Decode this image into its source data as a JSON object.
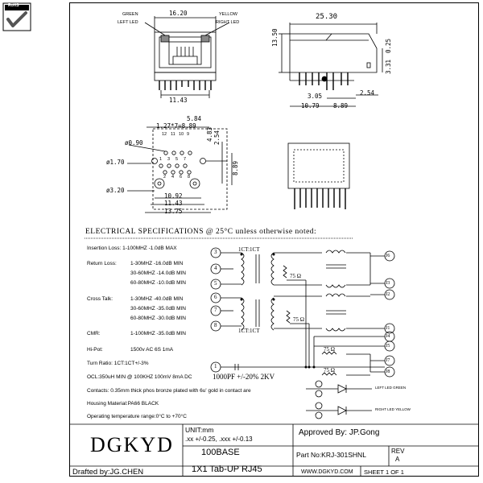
{
  "logo": {
    "rohs": "RoHS"
  },
  "top_view": {
    "green_label": "GREEN",
    "left_led_label": "LEFT LED",
    "yellow_label": "YELLOW",
    "right_led_label": "RIGHT LED",
    "width_dim": "16.20",
    "bottom_dim": "11.43"
  },
  "side_view": {
    "length_dim": "25.30",
    "height_dim": "13.50",
    "right_dim": "3.31",
    "right_dim2": "0.25",
    "dim_305": "3.05",
    "dim_1079": "10.79",
    "dim_889": "8.89",
    "dim_254": "2.54"
  },
  "footprint": {
    "dim_584": "5.84",
    "dim_127": "1.27*7=8.89",
    "dim_090": "ø0.90",
    "dim_170": "ø1.70",
    "dim_320": "ø3.20",
    "dim_254": "2.54",
    "dim_483": "4.83",
    "dim_889": "8.89",
    "dim_1092": "10.92",
    "dim_1143": "11.43",
    "dim_1375": "13.75",
    "pins_top": [
      "12",
      "11",
      "10",
      "9"
    ],
    "pins_mid": [
      "1",
      "3",
      "5",
      "7"
    ],
    "pins_bot": [
      "2",
      "4",
      "6",
      "8"
    ]
  },
  "specs": {
    "header": "ELECTRICAL SPECIFICATIONS @ 25°C unless otherwise noted:",
    "insertion_loss": "Insertion Loss:  1-100MHZ  -1.0dB MAX",
    "return_loss_label": "Return Loss:",
    "return_loss": [
      "1-30MHZ   -16.0dB MIN",
      "30-60MHZ  -14.0dB MIN",
      "60-80MHZ  -10.0dB MIN"
    ],
    "cross_talk_label": "Cross Talk:",
    "cross_talk": [
      "1-30MHZ   -40.0dB MIN",
      "30-60MHZ  -35.0dB MIN",
      "60-80MHZ  -30.0dB MIN"
    ],
    "cmr_label": "CMR:",
    "cmr": "1-100MHZ  -35.0dB MIN",
    "hipot_label": "Hi-Pot:",
    "hipot": "1500v AC 6S 1mA",
    "turn_ratio": "Turn Ratio: 1CT:1CT+/-3%",
    "ocl": "OCL:350uH MIN @ 100KHZ 100mV 8mA DC",
    "contacts": "Contacts: 0.35mm thick phos bronze plated with 6u' gold in contact are",
    "housing": "Housing Material:PA66 BLACK",
    "temp": "Operating temperature range:0°C to +70°C"
  },
  "schematic": {
    "ratio_top": "1CT:1CT",
    "ratio_bot": "1CT:1CT",
    "res_75": "75 Ω",
    "pins_left": [
      "3",
      "4",
      "5",
      "6",
      "7",
      "8",
      "1"
    ],
    "pins_right": [
      "J6",
      "J3",
      "J2",
      "J1",
      "J4",
      "J5",
      "J7",
      "J8"
    ],
    "cap_label": "1000PF  +/-20%  2KV",
    "led_green": "LEFT LED GREEN",
    "led_yellow": "RIGHT LED YELLOW"
  },
  "title_block": {
    "company": "DGKYD",
    "unit_label": "UNIT:mm",
    "tolerance": ".xx  +/-0.25, .xxx  +/-0.13",
    "approved": "Approved By: JP.Gong",
    "rev_label": "REV",
    "rev_value": "A",
    "part_title": "100BASE",
    "part_no": "Part No:KRJ-301SHNL",
    "drafted": "Drafted by:JG.CHEN",
    "description": "1X1 Tab-UP RJ45",
    "website": "WWW.DGKYD.COM",
    "sheet": "SHEET 1 OF 1"
  }
}
